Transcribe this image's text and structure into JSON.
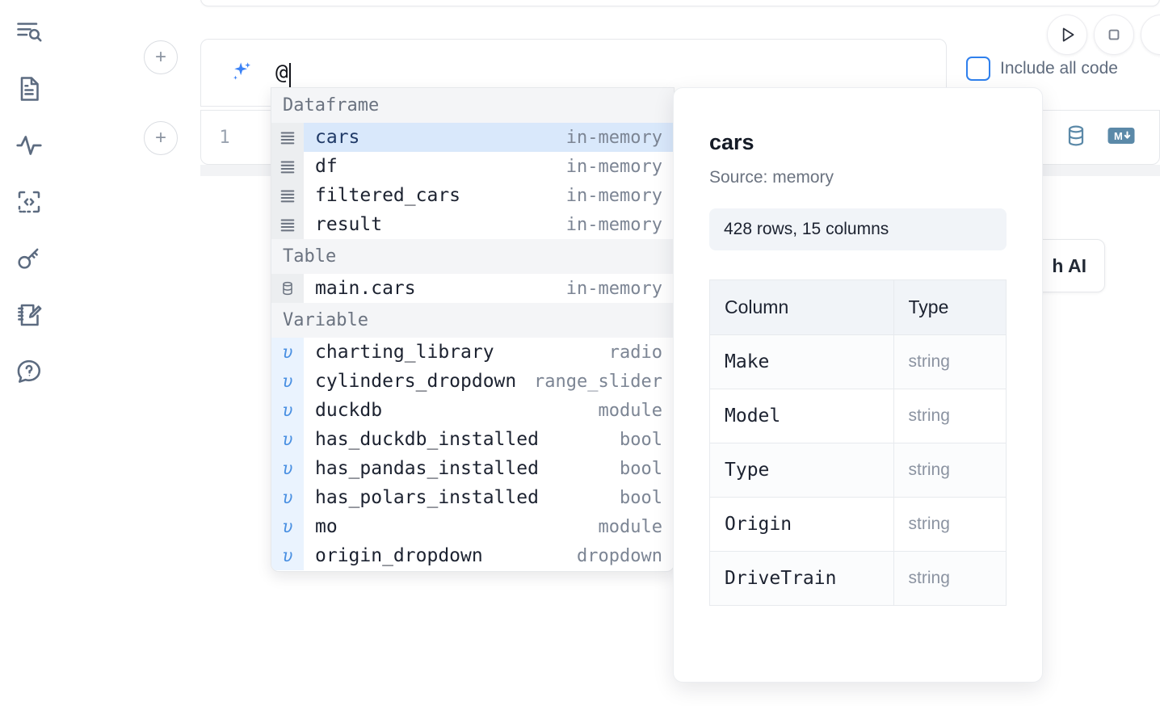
{
  "sidebar": {
    "items": [
      {
        "name": "explore-search-icon",
        "label": "Explore"
      },
      {
        "name": "notebook-file-icon",
        "label": "Notebook"
      },
      {
        "name": "activity-pulse-icon",
        "label": "Activity"
      },
      {
        "name": "code-snippet-icon",
        "label": "Snippets"
      },
      {
        "name": "key-secrets-icon",
        "label": "Secrets"
      },
      {
        "name": "scratchpad-edit-icon",
        "label": "Scratchpad"
      },
      {
        "name": "help-chat-icon",
        "label": "Help"
      }
    ]
  },
  "toolbar": {
    "run_label": "Run",
    "stop_label": "Interrupt",
    "include_all_code": "Include all code",
    "include_all_code_checked": false
  },
  "ai_cell": {
    "icon": "sparkle-icon",
    "input_value": "@",
    "placeholder": ""
  },
  "code_cell": {
    "line_number": "1",
    "code": "",
    "icons": [
      "database-icon",
      "markdown-icon"
    ]
  },
  "ai_chip": {
    "label": "h AI"
  },
  "plus_buttons": {
    "label": "+"
  },
  "autocomplete": {
    "groups": [
      {
        "title": "Dataframe",
        "items": [
          {
            "icon": "dataframe-icon",
            "kind": "df",
            "name": "cars",
            "meta": "in-memory",
            "selected": true
          },
          {
            "icon": "dataframe-icon",
            "kind": "df",
            "name": "df",
            "meta": "in-memory",
            "selected": false
          },
          {
            "icon": "dataframe-icon",
            "kind": "df",
            "name": "filtered_cars",
            "meta": "in-memory",
            "selected": false
          },
          {
            "icon": "dataframe-icon",
            "kind": "df",
            "name": "result",
            "meta": "in-memory",
            "selected": false
          }
        ]
      },
      {
        "title": "Table",
        "items": [
          {
            "icon": "database-icon",
            "kind": "table",
            "name": "main.cars",
            "meta": "in-memory",
            "selected": false
          }
        ]
      },
      {
        "title": "Variable",
        "items": [
          {
            "icon": "variable-icon",
            "kind": "var",
            "name": "charting_library",
            "meta": "radio",
            "selected": false
          },
          {
            "icon": "variable-icon",
            "kind": "var",
            "name": "cylinders_dropdown",
            "meta": "range_slider",
            "selected": false
          },
          {
            "icon": "variable-icon",
            "kind": "var",
            "name": "duckdb",
            "meta": "module",
            "selected": false
          },
          {
            "icon": "variable-icon",
            "kind": "var",
            "name": "has_duckdb_installed",
            "meta": "bool",
            "selected": false
          },
          {
            "icon": "variable-icon",
            "kind": "var",
            "name": "has_pandas_installed",
            "meta": "bool",
            "selected": false
          },
          {
            "icon": "variable-icon",
            "kind": "var",
            "name": "has_polars_installed",
            "meta": "bool",
            "selected": false
          },
          {
            "icon": "variable-icon",
            "kind": "var",
            "name": "mo",
            "meta": "module",
            "selected": false
          },
          {
            "icon": "variable-icon",
            "kind": "var",
            "name": "origin_dropdown",
            "meta": "dropdown",
            "selected": false
          }
        ]
      }
    ]
  },
  "preview": {
    "title": "cars",
    "source": "Source: memory",
    "stats": "428 rows, 15 columns",
    "table": {
      "headers": [
        "Column",
        "Type"
      ],
      "rows": [
        [
          "Make",
          "string"
        ],
        [
          "Model",
          "string"
        ],
        [
          "Type",
          "string"
        ],
        [
          "Origin",
          "string"
        ],
        [
          "DriveTrain",
          "string"
        ]
      ]
    }
  },
  "colors": {
    "accent_blue": "#3b82f6",
    "selection_blue": "#d9e8fb",
    "icon_steel": "#5b89a8",
    "muted_text": "#7c8594"
  }
}
